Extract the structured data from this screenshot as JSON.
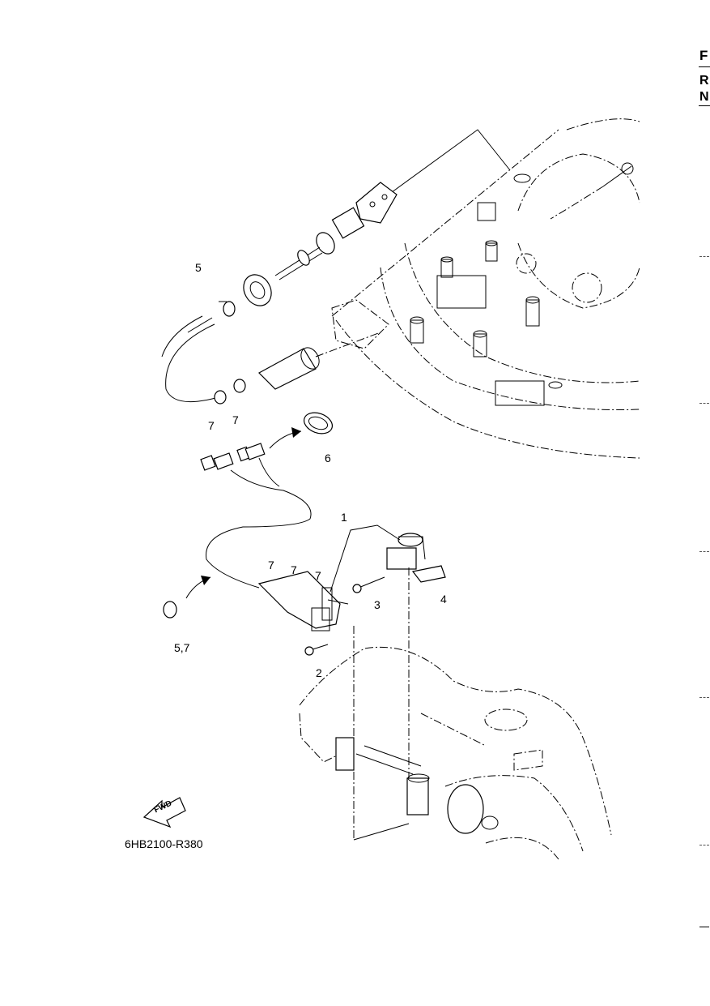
{
  "edge_tab": {
    "letters": [
      "F",
      "R",
      "N"
    ]
  },
  "callouts": {
    "c1": "1",
    "c2": "2",
    "c3": "3",
    "c4": "4",
    "c5": "5",
    "c57": "5,7",
    "c6": "6",
    "c7a": "7",
    "c7b": "7",
    "c7c": "7",
    "c7d": "7",
    "c7e": "7"
  },
  "fwd_label": "FWD",
  "figure_code": "6HB2100-R380"
}
